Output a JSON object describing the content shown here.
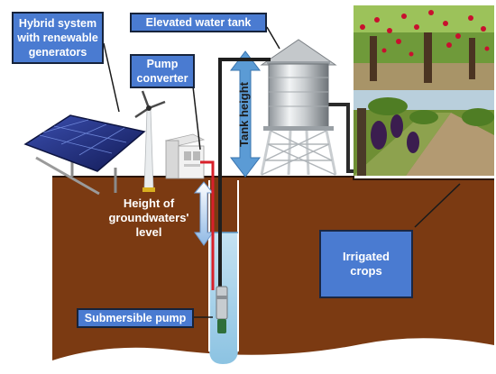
{
  "labels": {
    "hybrid": "Hybrid system with renewable generators",
    "pump_converter": "Pump converter",
    "tank": "Elevated water tank",
    "tank_height": "Tank height",
    "groundwater": "Height of groundwaters' level",
    "irrigated": "Irrigated crops",
    "submersible": "Submersible pump"
  },
  "colors": {
    "label_box": "#4a7bd1",
    "soil": "#7b3a12",
    "water": "#a9d3ea",
    "pipe_red": "#d8202a",
    "solar_panel": "#1f2d7a"
  }
}
